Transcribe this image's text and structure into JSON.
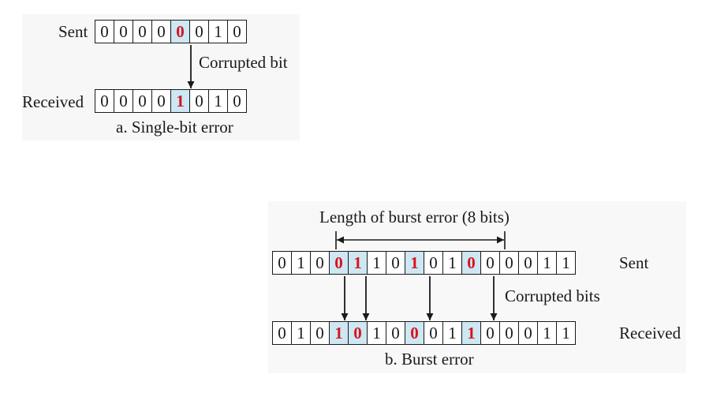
{
  "colors": {
    "highlight_fill": "#cde7f3",
    "error_bit": "#d8141c",
    "line": "#1a1a1a"
  },
  "single": {
    "sent_label": "Sent",
    "received_label": "Received",
    "corrupted_label": "Corrupted bit",
    "caption": "a. Single-bit error",
    "sent_bits": [
      "0",
      "0",
      "0",
      "0",
      "0",
      "0",
      "1",
      "0"
    ],
    "received_bits": [
      "0",
      "0",
      "0",
      "0",
      "1",
      "0",
      "1",
      "0"
    ],
    "error_positions": [
      4
    ]
  },
  "burst": {
    "length_label": "Length of burst error (8 bits)",
    "sent_label": "Sent",
    "received_label": "Received",
    "corrupted_label": "Corrupted bits",
    "caption": "b. Burst error",
    "sent_bits": [
      "0",
      "1",
      "0",
      "0",
      "1",
      "1",
      "0",
      "1",
      "0",
      "1",
      "0",
      "0",
      "0",
      "0",
      "1",
      "1"
    ],
    "received_bits": [
      "0",
      "1",
      "0",
      "1",
      "0",
      "1",
      "0",
      "0",
      "0",
      "1",
      "1",
      "0",
      "0",
      "0",
      "1",
      "1"
    ],
    "error_positions": [
      3,
      4,
      7,
      10
    ]
  }
}
